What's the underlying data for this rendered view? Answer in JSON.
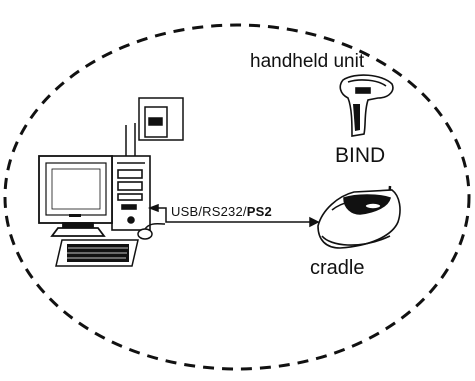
{
  "labels": {
    "handheld": "handheld unit",
    "bind": "BIND",
    "cradle": "cradle",
    "connection_prefix": "USB/RS232/",
    "connection_bold": "PS2"
  },
  "icons": [
    "computer-tower-icon",
    "monitor-icon",
    "keyboard-icon",
    "mouse-icon",
    "handheld-scanner-icon",
    "cradle-icon"
  ],
  "colors": {
    "line": "#111111",
    "background": "#ffffff"
  }
}
